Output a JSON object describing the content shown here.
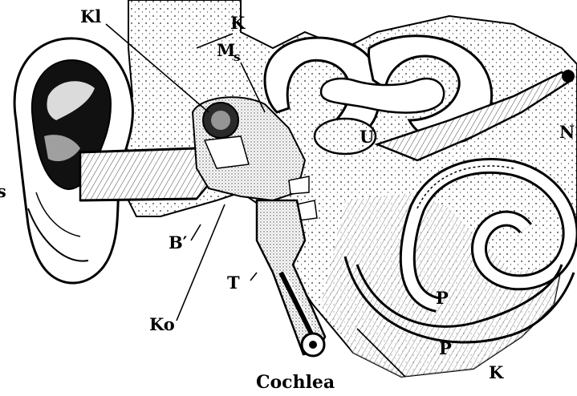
{
  "figure": {
    "labels": {
      "kl": "Kl",
      "k_top": "K",
      "ms_main": "M",
      "ms_sub": "s",
      "s_left": "s",
      "u": "U",
      "n": "N",
      "b_prime": "B′",
      "t": "T",
      "ko": "Ko",
      "p_inner": "P",
      "p_outer": "P",
      "k_bottom": "K"
    },
    "caption": "Cochlea"
  }
}
